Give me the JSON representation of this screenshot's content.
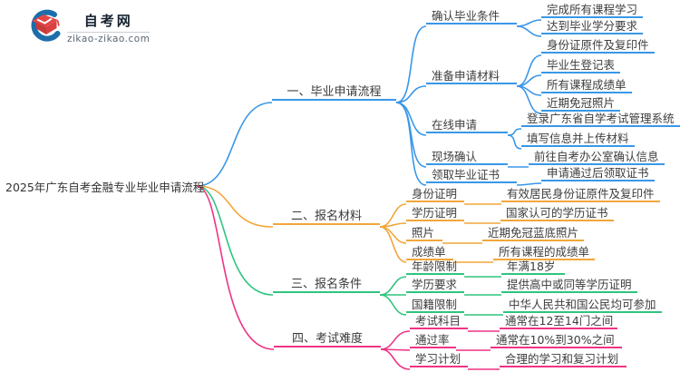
{
  "logo": {
    "title": "自考网",
    "domain": "zikao-zikao.com"
  },
  "root": "2025年广东自考金融专业毕业申请流程",
  "colors": {
    "branch1": "#3a97e8",
    "branch2": "#f2a63a",
    "branch3": "#2fc47e",
    "bran4": "#ef3484"
  },
  "branches": [
    {
      "label": "一、毕业申请流程",
      "children": [
        {
          "label": "确认毕业条件",
          "children": [
            "完成所有课程学习",
            "达到毕业学分要求"
          ]
        },
        {
          "label": "准备申请材料",
          "children": [
            "身份证原件及复印件",
            "毕业生登记表",
            "所有课程成绩单",
            "近期免冠照片"
          ]
        },
        {
          "label": "在线申请",
          "children": [
            "登录广东省自学考试管理系统",
            "填写信息并上传材料"
          ]
        },
        {
          "label": "现场确认",
          "children": [
            "前往自考办公室确认信息"
          ]
        },
        {
          "label": "领取毕业证书",
          "children": [
            "申请通过后领取证书"
          ]
        }
      ]
    },
    {
      "label": "二、报名材料",
      "children": [
        {
          "label": "身份证明",
          "children": [
            "有效居民身份证原件及复印件"
          ]
        },
        {
          "label": "学历证明",
          "children": [
            "国家认可的学历证书"
          ]
        },
        {
          "label": "照片",
          "children": [
            "近期免冠蓝底照片"
          ]
        },
        {
          "label": "成绩单",
          "children": [
            "所有课程的成绩单"
          ]
        }
      ]
    },
    {
      "label": "三、报名条件",
      "children": [
        {
          "label": "年龄限制",
          "children": [
            "年满18岁"
          ]
        },
        {
          "label": "学历要求",
          "children": [
            "提供高中或同等学历证明"
          ]
        },
        {
          "label": "国籍限制",
          "children": [
            "中华人民共和国公民均可参加"
          ]
        }
      ]
    },
    {
      "label": "四、考试难度",
      "children": [
        {
          "label": "考试科目",
          "children": [
            "通常在12至14门之间"
          ]
        },
        {
          "label": "通过率",
          "children": [
            "通常在10%到30%之间"
          ]
        },
        {
          "label": "学习计划",
          "children": [
            "合理的学习和复习计划"
          ]
        }
      ]
    }
  ]
}
